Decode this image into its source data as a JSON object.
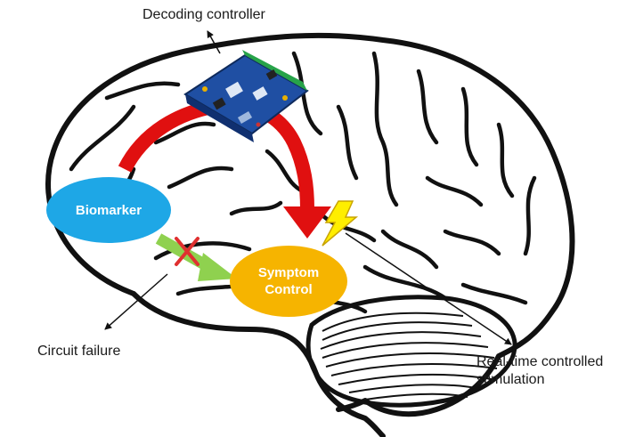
{
  "labels": {
    "decoding_controller": "Decoding controller",
    "circuit_failure": "Circuit failure",
    "stimulation_line1": "Real-time controlled",
    "stimulation_line2": "stimulation"
  },
  "nodes": {
    "biomarker": {
      "label": "Biomarker",
      "color": "#1ea7e6"
    },
    "symptom_control": {
      "line1": "Symptom",
      "line2": "Control",
      "color": "#f6b400"
    }
  },
  "colors": {
    "feedback_arrow": "#e01010",
    "pathway_arrow": "#8fd14f",
    "failure_cross": "#e03030",
    "lightning": "#ffee00",
    "controller_board": "#1f4fa3",
    "brain_outline": "#111111"
  },
  "icons": {
    "controller": "circuit-board-icon",
    "stimulation": "lightning-bolt-icon",
    "failure": "cross-mark-icon"
  }
}
